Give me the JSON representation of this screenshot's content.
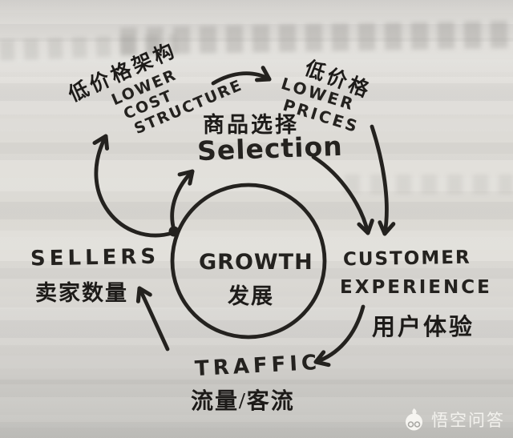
{
  "flywheel": {
    "growth": {
      "en": "GROWTH",
      "zh": "发展"
    },
    "low_cost_structure": {
      "zh": "低价格架构",
      "en1": "LOWER",
      "en2": "COST",
      "en3": "STRUCTURE"
    },
    "lower_prices": {
      "zh": "低价格",
      "en1": "LOWER",
      "en2": "PRICES"
    },
    "selection": {
      "zh": "商品选择",
      "en": "Selection"
    },
    "sellers": {
      "en": "SELLERS",
      "zh": "卖家数量"
    },
    "customer_experience": {
      "en1": "CUSTOMER",
      "en2": "EXPERIENCE",
      "zh": "用户体验"
    },
    "traffic": {
      "en": "TRAFFIC",
      "zh": "流量/客流"
    }
  },
  "colors": {
    "ink": "#24221f",
    "paper": "#dcdad6",
    "watermark_text": "#f6f5f1"
  },
  "watermark": {
    "label": "悟空问答",
    "icon": "wukong-logo-icon"
  }
}
